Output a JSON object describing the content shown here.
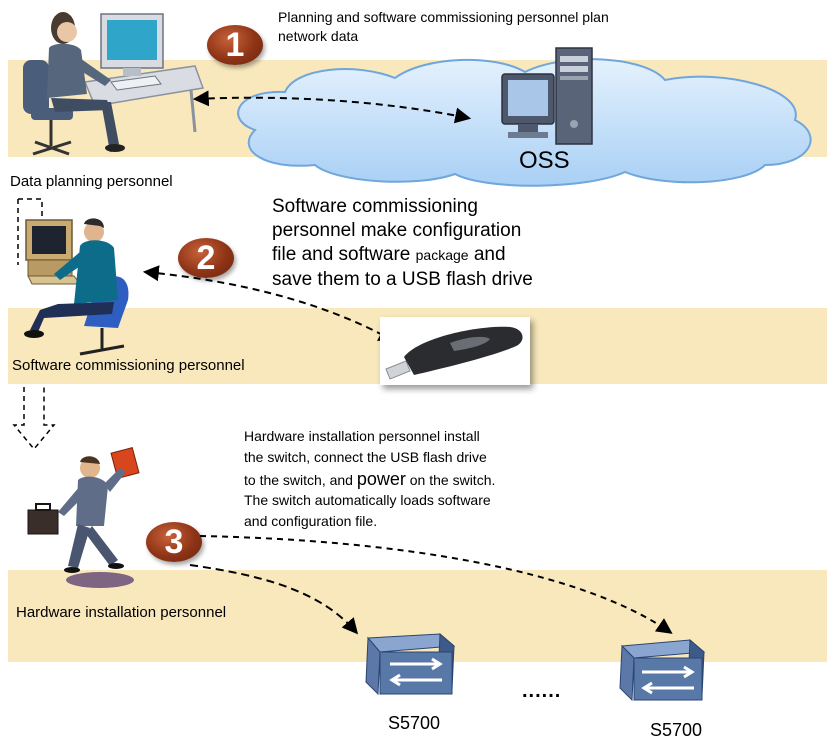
{
  "steps": [
    {
      "number": "1",
      "description": "Planning and software commissioning personnel plan network data"
    },
    {
      "number": "2",
      "description": "Software commissioning personnel make configuration file and software package and save them to a USB flash drive"
    },
    {
      "number": "3",
      "description": "Hardware installation personnel install the switch, connect the USB flash drive to the switch, and power on the switch. The switch automatically loads software and configuration file."
    }
  ],
  "step2_text": {
    "line1": "Software commissioning",
    "line2": "personnel make configuration",
    "line3a": "file and software ",
    "line3b": "package",
    "line3c": " and",
    "line4": "save them to a USB flash drive"
  },
  "step3_text": {
    "line1": "Hardware installation personnel install",
    "line2": "the switch, connect the USB flash drive",
    "line3a": "to the switch, and ",
    "line3b": "power",
    "line3c": " on the switch.",
    "line4": "The switch automatically loads software",
    "line5": "and configuration file."
  },
  "step1_text": {
    "line1": "Planning and software commissioning personnel plan",
    "line2": "network data"
  },
  "roles": {
    "data_planning": "Data planning personnel",
    "software_commissioning": "Software commissioning personnel",
    "hardware_installation": "Hardware installation personnel"
  },
  "oss_label": "OSS",
  "switches": [
    {
      "label": "S5700"
    },
    {
      "label": "S5700"
    }
  ],
  "ellipsis": "......",
  "colors": {
    "band": "#f8e8bc",
    "step_marker": "#8e3416",
    "cloud": "#bcdcfa",
    "switch_body": "#5878a8"
  },
  "icons": {
    "data_planner": "person-at-computer-icon",
    "commissioner": "person-at-computer-icon",
    "installer": "running-person-with-briefcase-icon",
    "usb": "usb-flash-drive-icon",
    "switch": "network-switch-icon",
    "server": "server-computer-icon"
  }
}
